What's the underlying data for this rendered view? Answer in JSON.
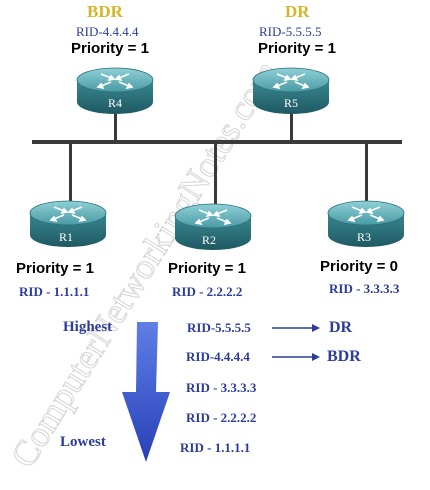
{
  "colors": {
    "role": "#d4b62a",
    "rid": "#2b3c9a",
    "arrow": "#2f4fc4",
    "router_top": "#5ea9b2",
    "router_side": "#2b6f7a",
    "bus": "#3a3a3a"
  },
  "watermark": "ComputerNetworkingNotes.com",
  "routers": [
    {
      "name": "R4",
      "role": "BDR",
      "rid": "RID-4.4.4.4",
      "priority": "Priority = 1"
    },
    {
      "name": "R5",
      "role": "DR",
      "rid": "RID-5.5.5.5",
      "priority": "Priority = 1"
    },
    {
      "name": "R1",
      "priority": "Priority = 1",
      "rid": "RID - 1.1.1.1"
    },
    {
      "name": "R2",
      "priority": "Priority = 1",
      "rid": "RID - 2.2.2.2"
    },
    {
      "name": "R3",
      "priority": "Priority = 0",
      "rid": "RID - 3.3.3.3"
    }
  ],
  "ranking": {
    "highest": "Highest",
    "lowest": "Lowest",
    "items": [
      {
        "rid": "RID-5.5.5.5",
        "result": "DR"
      },
      {
        "rid": "RID-4.4.4.4",
        "result": "BDR"
      },
      {
        "rid": "RID - 3.3.3.3"
      },
      {
        "rid": "RID - 2.2.2.2"
      },
      {
        "rid": "RID - 1.1.1.1"
      }
    ]
  }
}
